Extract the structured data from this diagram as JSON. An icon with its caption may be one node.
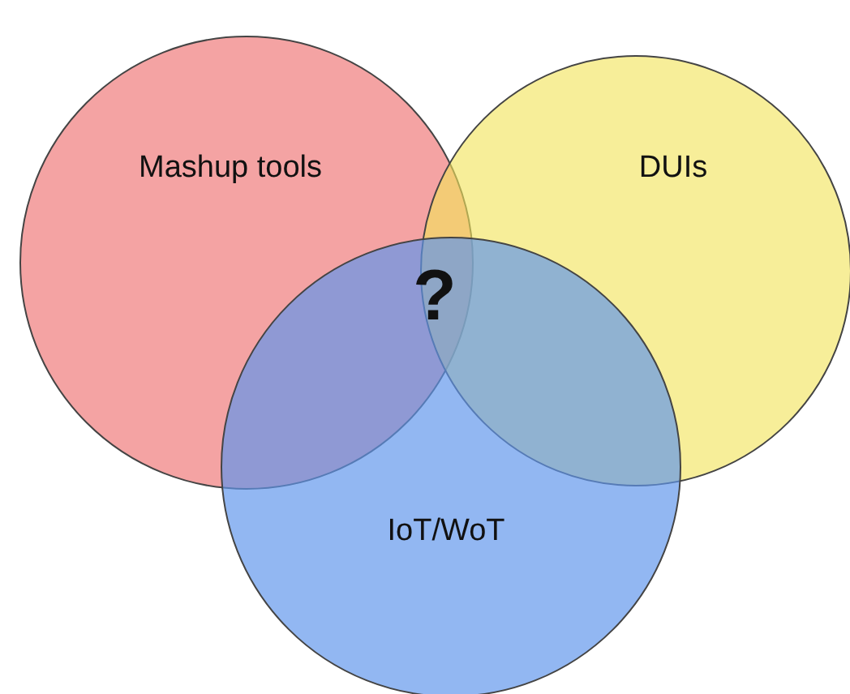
{
  "diagram": {
    "nodes": [
      {
        "text": [
          "Mashup tools"
        ]
      },
      {
        "text": [
          "DUIs"
        ]
      },
      {
        "text": [
          "IoT/WoT"
        ]
      }
    ],
    "labels": [
      "?"
    ]
  }
}
